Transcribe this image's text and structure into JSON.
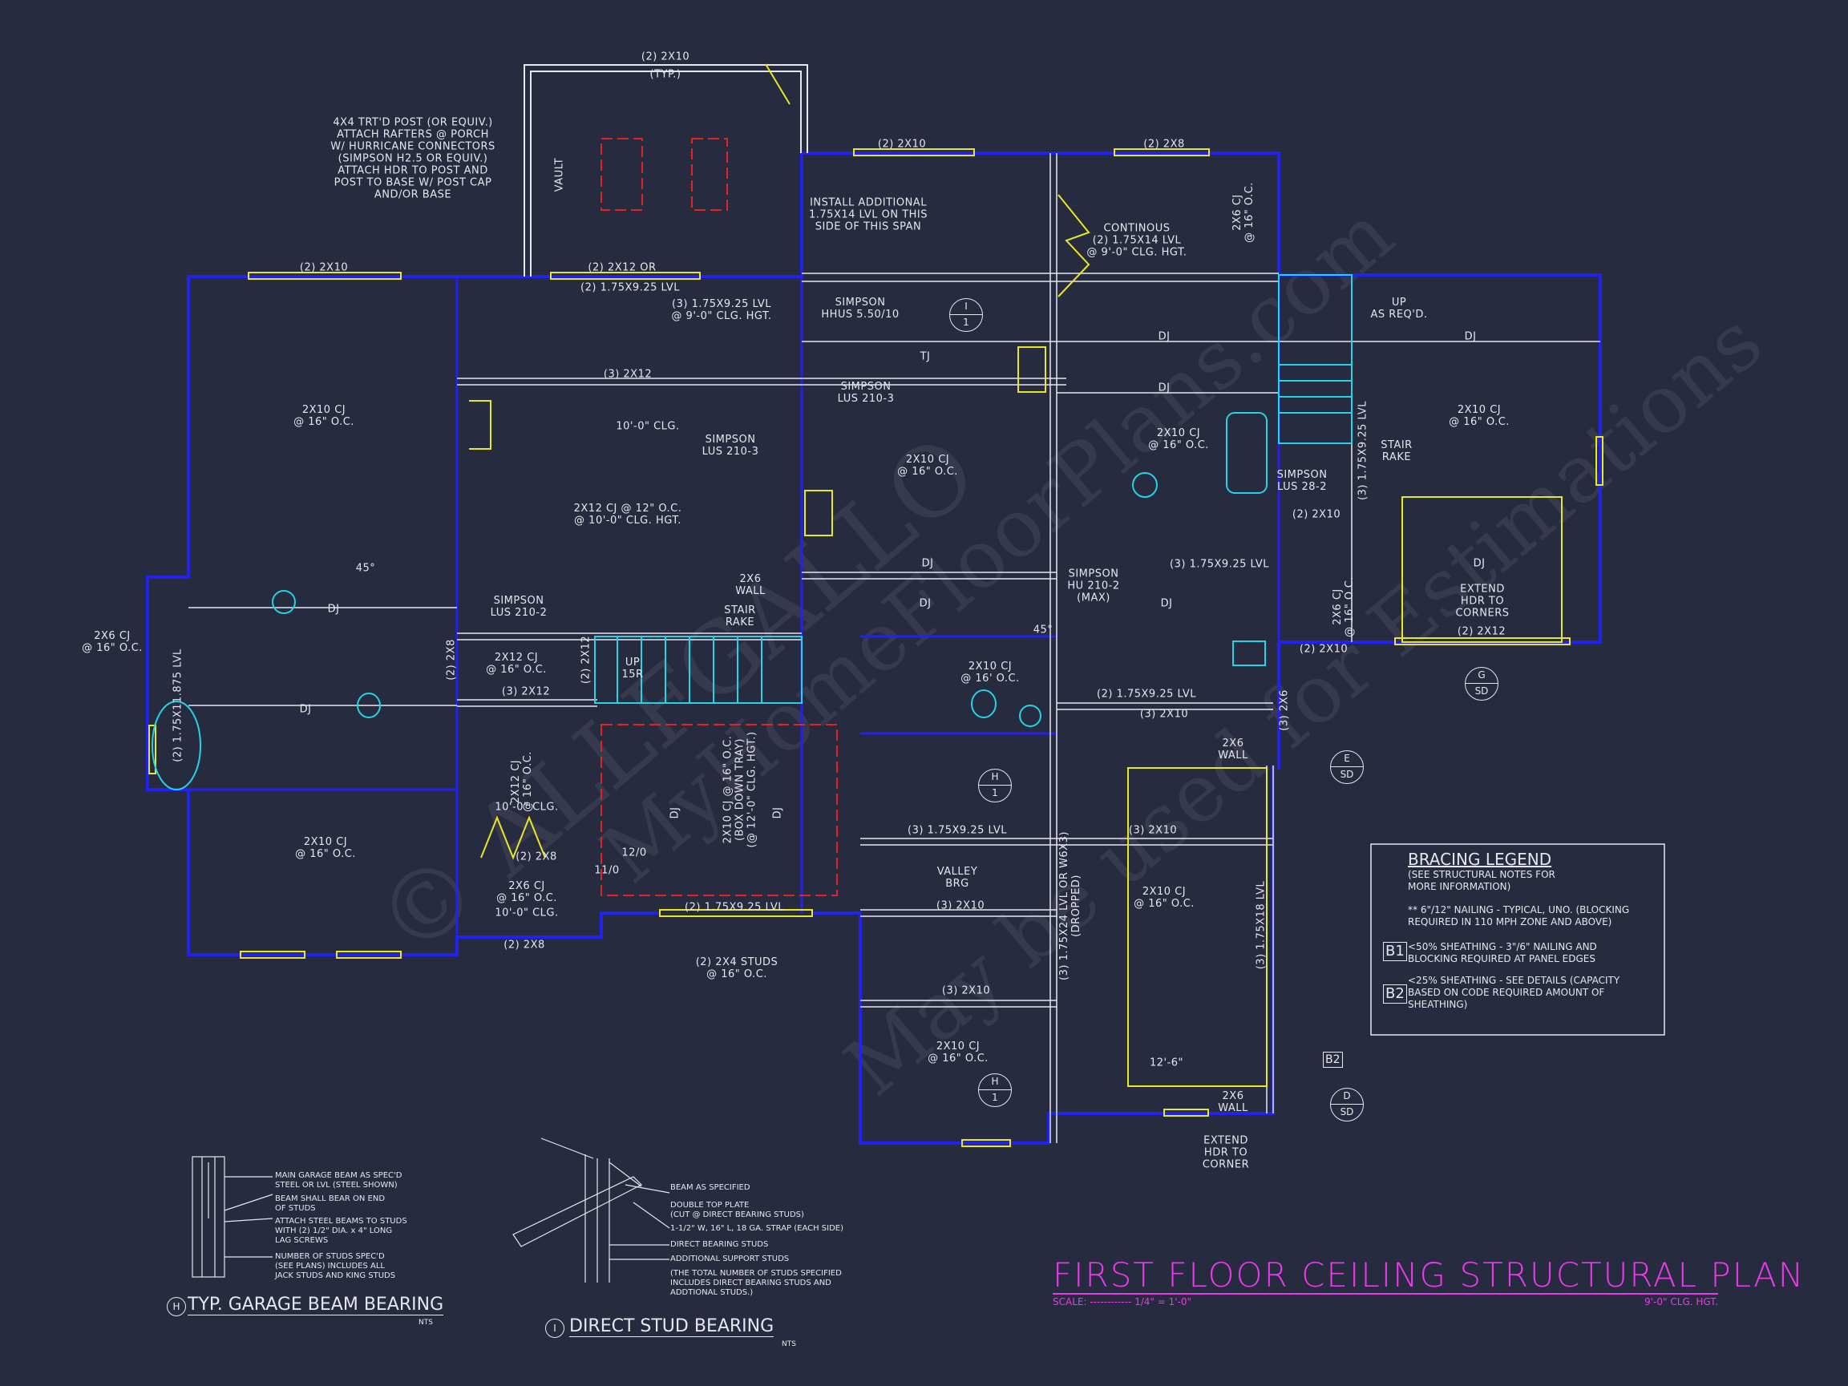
{
  "title": {
    "main": "FIRST FLOOR CEILING STRUCTURAL PLAN",
    "scale": "SCALE: ------------ 1/4\" = 1'-0\"",
    "ceiling_height": "9'-0\" CLG. HGT."
  },
  "watermark": [
    "© ALLFGALLO",
    "MyHomeFloorPlans.com",
    "May be used for Estimations"
  ],
  "colors": {
    "background": "#272b3f",
    "walls": "#2222ee",
    "beams": "#e6e6ee",
    "doors": "#e8e820",
    "fixtures": "#22d4e6",
    "tray": "#e02424",
    "title": "#e83ae8"
  },
  "labels": {
    "porch_top": "(2) 2x10",
    "porch_typ": "(TYP.)",
    "porch_note": "4x4 TRT'D POST (OR EQUIV.)\nATTACH RAFTERS @ PORCH\nw/ HURRICANE CONNECTORS\n(SIMPSON H2.5 OR EQUIV.)\nATTACH HDR TO POST AND\nPOST TO BASE w/ POST CAP\nAND/OR BASE",
    "vault": "VAULT",
    "hdr_left_top": "(2) 2x10",
    "hdr_porch_1": "(2) 2x12 OR",
    "hdr_porch_2": "(2) 1.75x9.25 LVL",
    "hdr_kitchen_top": "(2) 2x10",
    "hdr_bath_top": "(2) 2x8",
    "install_note": "INSTALL ADDITIONAL\n1.75x14 LVL ON THIS\nSIDE OF THIS SPAN",
    "continuous_note": "CONTINOUS\n(2) 1.75x14 LVL\n@ 9'-0\" CLG. HGT.",
    "cj_2x6_top": "2x6 CJ\n@ 16\" O.C.",
    "simpson_hhus": "SIMPSON\nHHUS 5.50/10",
    "lvl_3_great": "(3) 1.75x9.25 LVL\n@ 9'-0\" CLG. HGT.",
    "beam_3_2x12": "(3) 2x12",
    "simpson_lus_kitchen": "SIMPSON\nLUS 210-3",
    "tj": "TJ",
    "cj_left_room": "2x10 CJ\n@ 16\" O.C.",
    "clg_10": "10'-0\" CLG.",
    "simpson_lus_great": "SIMPSON\nLUS 210-3",
    "cj_kitchen": "2x10 CJ\n@ 16\" O.C.",
    "dj_1": "DJ",
    "dj_2": "DJ",
    "cj_bath": "2x10 CJ\n@ 16\" O.C.",
    "up_req": "UP\nAS REQ'D.",
    "dj_right": "DJ",
    "cj_right": "2x10 CJ\n@ 16\" O.C.",
    "stair_rake_right": "STAIR\nRAKE",
    "lvl_right_v": "(3) 1.75x9.25 LVL",
    "simpson_lus_28": "SIMPSON\nLUS 28-2",
    "hdr_2x10_right": "(2) 2x10",
    "cj_great": "2x12 CJ @ 12\" O.C.\n@ 10'-0\" CLG. HGT.",
    "lvl_laundry": "(3) 1.75x9.25 LVL",
    "dj_kitchen": "DJ",
    "wall_2x6_a": "2x6\nWALL",
    "simpson_hu": "SIMPSON\nHU 210-2\n(MAX)",
    "dj_hall": "DJ",
    "dj_hall_2": "DJ",
    "dj_garage_r": "DJ",
    "extend_hdr_corners": "EXTEND\nHDR TO\nCORNERS",
    "hdr_2x12_right": "(2) 2x12",
    "hdr_2x10_bottom_right": "(2) 2x10",
    "cj_2x6_right_v": "2x6 CJ\n@ 16\" O.C.",
    "angle_45_a": "45°",
    "dj_master": "DJ",
    "cj_2x6_left": "2x6 CJ\n@ 16\" O.C.",
    "lvl_left_v": "(2) 1.75x11.875 LVL",
    "simpson_lus_stair": "SIMPSON\nLUS 210-2",
    "stair_rake": "STAIR\nRAKE",
    "hdr_2x8_v": "(2) 2x8",
    "cj_stair": "2x12 CJ\n@ 16\" O.C.",
    "hdr_2x12_v": "(2) 2x12",
    "up_15r": "UP\n15R",
    "beam_3_2x12_b": "(3) 2x12",
    "dj_master_2": "DJ",
    "angle_45_b": "45°",
    "cj_powder": "2x10 CJ\n@ 16' O.C.",
    "lvl_2_powder": "(2) 1.75x9.25 LVL",
    "beam_3_2x10_a": "(3) 2x10",
    "beam_3_2x6": "(3) 2x6",
    "wall_2x6_b": "2x6\nWALL",
    "cj_dining_v": "2x12 CJ\n@ 16\" O.C.",
    "clg_10_b": "10'-0\" CLG.",
    "cj_tray_v": "2x10 CJ @ 16\" O.C.\n(BOX DOWN TRAY)\n(@ 12'-0\" CLG. HGT.)",
    "dj_tray_l": "DJ",
    "dj_tray_r": "DJ",
    "cj_garage_left": "2x10 CJ\n@ 16\" O.C.",
    "tray_12": "12/0",
    "tray_11": "11/0",
    "hdr_2x8_closet": "(2) 2x8",
    "cj_closet": "2x6 CJ\n@ 16\" O.C.",
    "clg_10_c": "10'-0\" CLG.",
    "hdr_2x8_bottom": "(2) 2x8",
    "lvl_bay": "(2) 1.75x9.25 LVL",
    "studs_note": "(2) 2x4 STUDS\n@ 16\" O.C.",
    "lvl_garage_3": "(3) 1.75x9.25 LVL",
    "beam_garage_3_2x10": "(3) 2x10",
    "valley_brg": "VALLEY\nBRG",
    "beam_3_2x10_b": "(3) 2x10",
    "dropped_beam_v": "(3) 1.75x24 LVL OR W6x3)\n(DROPPED)",
    "cj_garage_big": "2x10 CJ\n@ 16\" O.C.",
    "lvl_garage_v": "(3) 1.75x18 LVL",
    "beam_3_2x10_c": "(3) 2x10",
    "cj_garage_bottom": "2x10 CJ\n@ 16\" O.C.",
    "dim_12_6": "12'-6\"",
    "wall_2x6_c": "2x6\nWALL",
    "extend_hdr_corner": "EXTEND\nHDR TO\nCORNER"
  },
  "section_markers": [
    {
      "top": "I",
      "bottom": "1"
    },
    {
      "top": "G",
      "bottom": "SD"
    },
    {
      "top": "E",
      "bottom": "SD"
    },
    {
      "top": "H",
      "bottom": "1"
    },
    {
      "top": "H",
      "bottom": "1"
    },
    {
      "top": "D",
      "bottom": "SD"
    }
  ],
  "bracing_legend": {
    "title": "BRACING LEGEND",
    "subtitle": "(SEE STRUCTURAL NOTES FOR\nMORE INFORMATION)",
    "typical": "** 6\"/12\" NAILING - TYPICAL, UNO. (BLOCKING\nREQUIRED IN 110 MPH ZONE AND ABOVE)",
    "b1_tag": "B1",
    "b1_text": "<50% SHEATHING - 3\"/6\" NAILING AND\nBLOCKING REQUIRED AT PANEL EDGES",
    "b2_tag": "B2",
    "b2_text": "<25% SHEATHING - SEE DETAILS (CAPACITY\nBASED ON CODE REQUIRED AMOUNT OF\nSHEATHING)",
    "plan_b2_tag": "B2"
  },
  "details": {
    "garage": {
      "marker": "H",
      "title": "TYP. GARAGE BEAM BEARING",
      "nts": "NTS",
      "notes": [
        "MAIN GARAGE BEAM AS SPEC'D\nSTEEL OR LVL (STEEL SHOWN)",
        "BEAM SHALL BEAR ON END\nOF STUDS",
        "ATTACH STEEL BEAMS TO STUDS\nWITH (2) 1/2\" DIA. x 4\" LONG\nLAG SCREWS",
        "NUMBER OF STUDS SPEC'D\n(SEE PLANS) INCLUDES ALL\nJACK STUDS AND KING STUDS"
      ]
    },
    "stud": {
      "marker": "I",
      "title": "DIRECT STUD BEARING",
      "nts": "NTS",
      "notes": [
        "BEAM AS SPECIFIED",
        "DOUBLE TOP PLATE\n(CUT @ DIRECT BEARING STUDS)",
        "1-1/2\" W, 16\" L, 18 GA. STRAP (EACH SIDE)",
        "DIRECT BEARING STUDS",
        "ADDITIONAL SUPPORT STUDS",
        "(THE TOTAL NUMBER OF STUDS SPECIFIED\nINCLUDES DIRECT BEARING STUDS AND\nADDTIONAL STUDS.)"
      ]
    }
  }
}
